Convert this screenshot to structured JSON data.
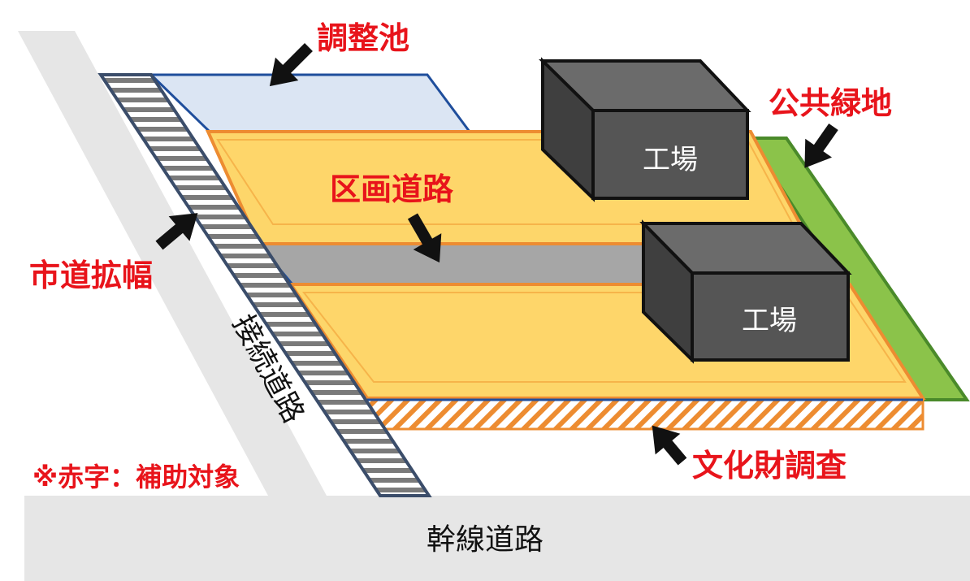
{
  "labels": {
    "retention_pond": "調整池",
    "public_green": "公共緑地",
    "district_road": "区画道路",
    "city_road_widening": "市道拡幅",
    "connecting_road": "接続道路",
    "cultural_survey": "文化財調査",
    "subsidy_note": "※赤字：補助対象",
    "arterial_road": "幹線道路",
    "factory_1": "工場",
    "factory_2": "工場"
  },
  "colors": {
    "subsidy_red": "#e8141b",
    "pond_fill": "#dbe5f3",
    "pond_edge": "#1f4e9c",
    "lot_fill": "#fdd66a",
    "lot_edge": "#ed8c31",
    "green_fill": "#8bc34a",
    "green_edge": "#4a8a2a",
    "road_gray": "#e6e6e6",
    "district_road_gray": "#a6a6a6",
    "factory_dark": "#555555"
  }
}
